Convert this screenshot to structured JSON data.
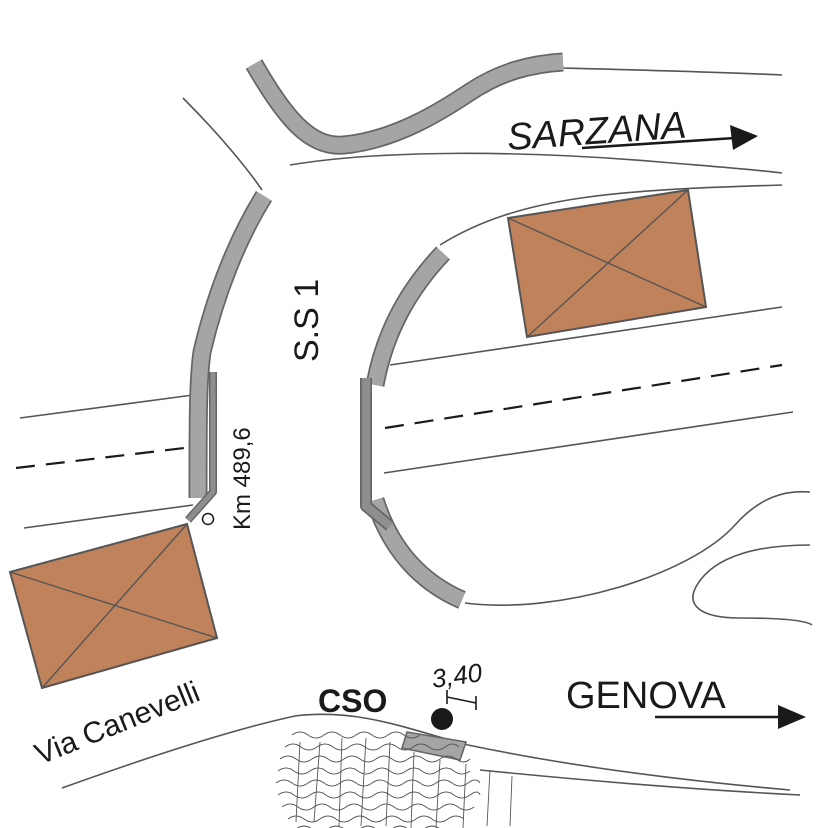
{
  "labels": {
    "sarzana": "SARZANA",
    "genova": "GENOVA",
    "road": "S.S 1",
    "km": "Km 489,6",
    "street": "Via Canevelli",
    "cso": "CSO",
    "distance": "3,40"
  },
  "colors": {
    "building_fill": "#c0825a",
    "building_stroke": "#555555",
    "wall_fill": "#a5a5a5",
    "wall_stroke": "#666666",
    "line": "#555555",
    "text": "#1a1a1a"
  },
  "icons": {
    "arrow": "right-arrow",
    "station": "filled-circle",
    "km_marker": "open-circle"
  }
}
